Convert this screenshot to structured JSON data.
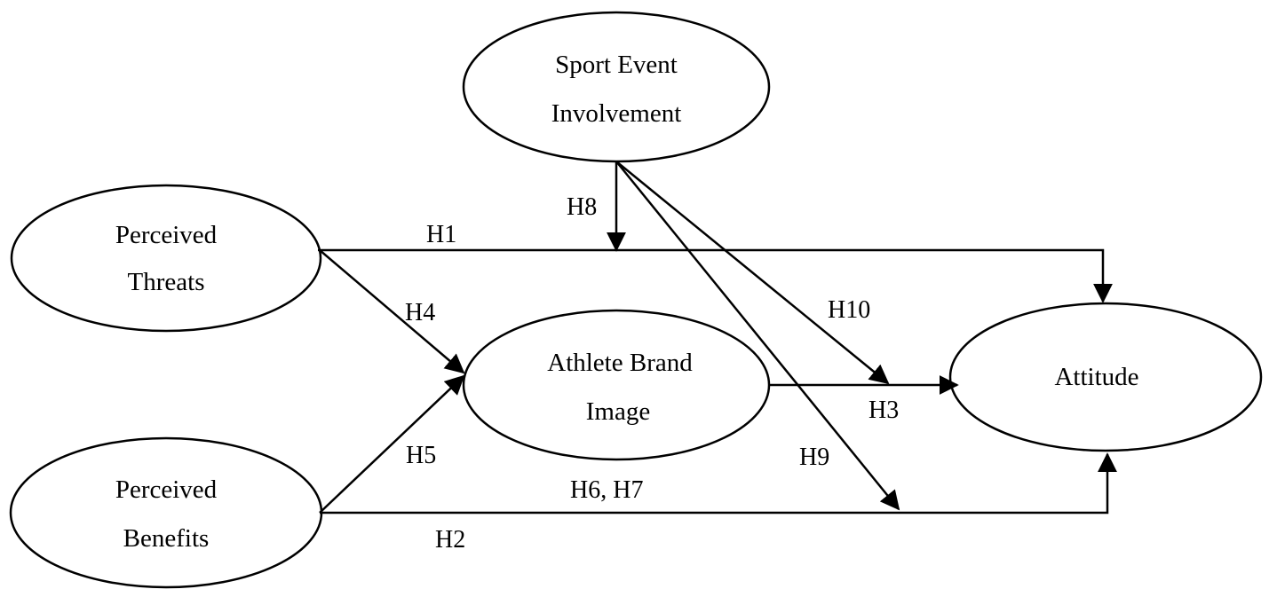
{
  "nodes": {
    "sport_event_involvement": {
      "line1": "Sport Event",
      "line2": "Involvement"
    },
    "perceived_threats": {
      "line1": "Perceived",
      "line2": "Threats"
    },
    "perceived_benefits": {
      "line1": "Perceived",
      "line2": "Benefits"
    },
    "athlete_brand_image": {
      "line1": "Athlete Brand",
      "line2": "Image"
    },
    "attitude": {
      "label": "Attitude"
    }
  },
  "hypotheses": {
    "h1": "H1",
    "h2": "H2",
    "h3": "H3",
    "h4": "H4",
    "h5": "H5",
    "h6_h7": "H6, H7",
    "h8": "H8",
    "h9": "H9",
    "h10": "H10"
  },
  "colors": {
    "stroke": "#000000",
    "background": "#ffffff"
  }
}
